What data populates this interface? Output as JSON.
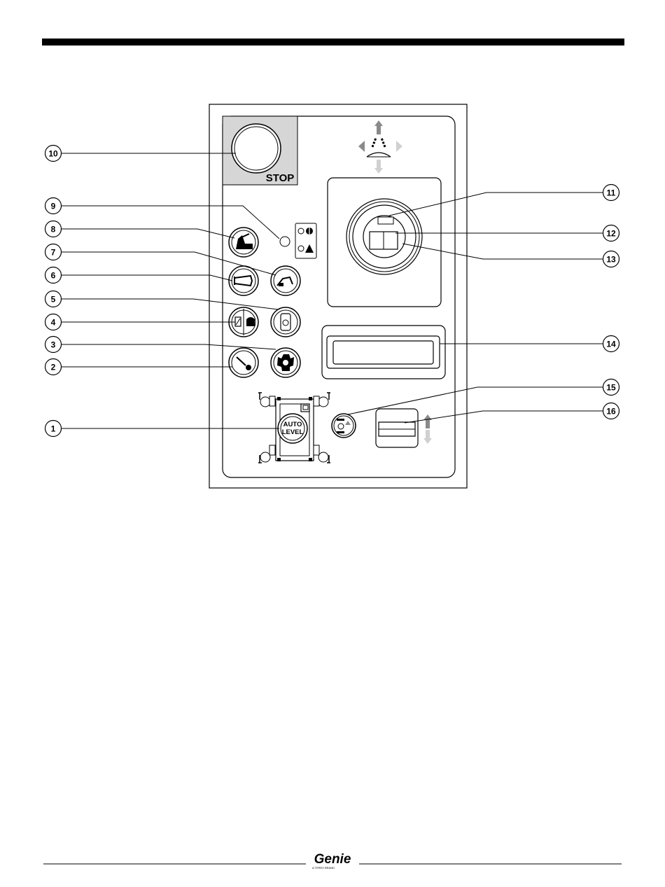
{
  "panel": {
    "stop_label": "STOP",
    "auto_level": [
      "AUTO",
      "LEVEL"
    ]
  },
  "callouts": [
    {
      "num": "1"
    },
    {
      "num": "2"
    },
    {
      "num": "3"
    },
    {
      "num": "4"
    },
    {
      "num": "5"
    },
    {
      "num": "6"
    },
    {
      "num": "7"
    },
    {
      "num": "8"
    },
    {
      "num": "9"
    },
    {
      "num": "10"
    },
    {
      "num": "11"
    },
    {
      "num": "12"
    },
    {
      "num": "13"
    },
    {
      "num": "14"
    },
    {
      "num": "15"
    },
    {
      "num": "16"
    }
  ],
  "footer": {
    "logo_text": "Genie",
    "logo_subtext": "A TEREX BRAND"
  },
  "colors": {
    "ink": "#000000",
    "stop_shade": "#d6d6d6",
    "arrow_gray": "#8a8a8a",
    "arrow_light": "#d0d0d0"
  }
}
